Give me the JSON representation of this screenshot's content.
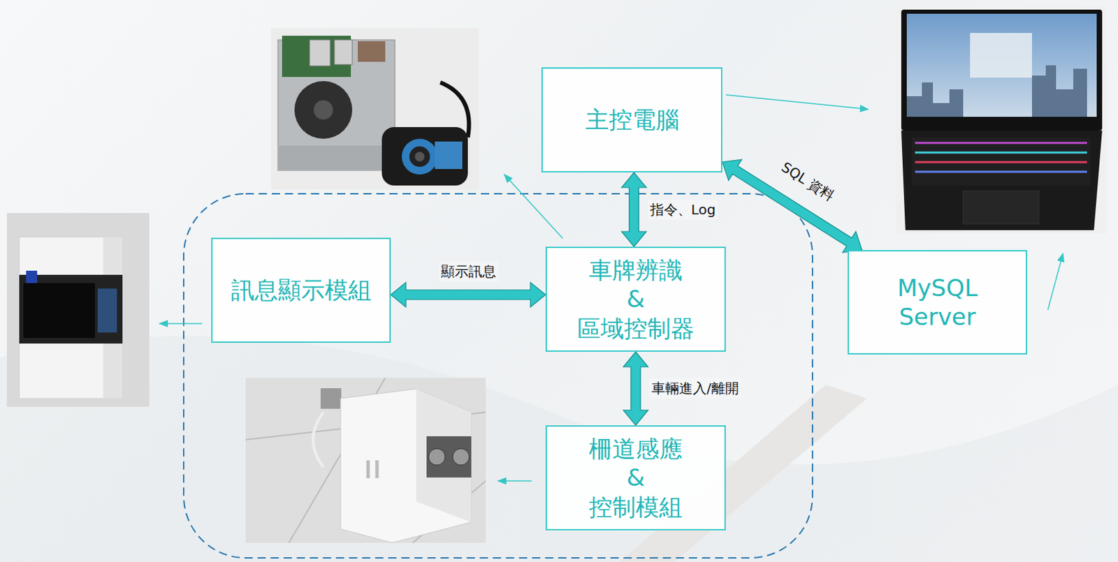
{
  "diagram": {
    "nodes": [
      {
        "text": [
          "主控電腦"
        ]
      },
      {
        "text": [
          "訊息顯示模組"
        ]
      },
      {
        "text": [
          "車牌辨識 & 區域控制器"
        ]
      },
      {
        "text": [
          "柵道感應 & 控制模組"
        ]
      },
      {
        "text": [
          "MySQL Server"
        ]
      }
    ],
    "edges": [
      {
        "from": 0,
        "to": 2,
        "arrow": "both",
        "label": "指令、Log"
      },
      {
        "from": 2,
        "to": 1,
        "arrow": "both",
        "label": "顯示訊息"
      },
      {
        "from": 2,
        "to": 3,
        "arrow": "both",
        "label": "車輛進入/離開"
      },
      {
        "from": 0,
        "to": 4,
        "arrow": "both",
        "label": "SQL 資料"
      }
    ]
  }
}
